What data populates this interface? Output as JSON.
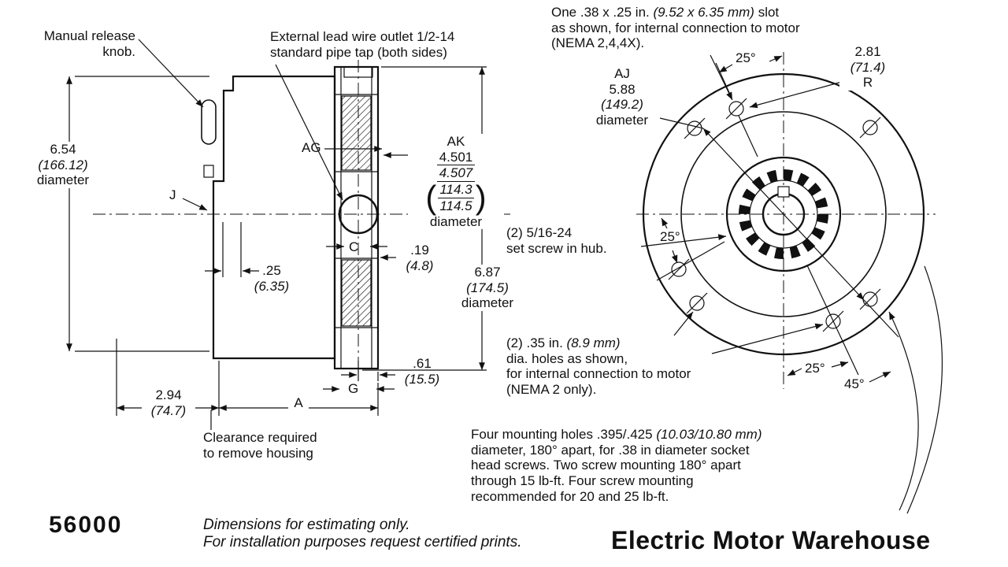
{
  "side_view": {
    "labels": {
      "manual_release": "Manual release\nknob.",
      "lead_wire": "External lead wire outlet 1/2-14\nstandard pipe tap (both sides)",
      "dim_654": {
        "value": "6.54",
        "metric": "(166.12)",
        "suffix": "diameter"
      },
      "j": "J",
      "ag": "AG",
      "ak": {
        "title": "AK",
        "limit_hi": "4.501",
        "limit_lo": "4.507",
        "paren_open": "(",
        "metric_hi": "114.3",
        "metric_lo": "114.5",
        "paren_close": ")",
        "suffix": "diameter"
      },
      "dim_25": {
        "value": ".25",
        "metric": "(6.35)"
      },
      "c": "C",
      "dim_19": {
        "value": ".19",
        "metric": "(4.8)"
      },
      "dim_687": {
        "value": "6.87",
        "metric": "(174.5)",
        "suffix": "diameter"
      },
      "dim_61": {
        "value": ".61",
        "metric": "(15.5)"
      },
      "g": "G",
      "dim_294": {
        "value": "2.94",
        "metric": "(74.7)"
      },
      "a": "A",
      "clearance": "Clearance required\nto remove housing"
    }
  },
  "front_view": {
    "labels": {
      "slot_note": {
        "pre": "One .38 x .25 in. ",
        "metric": "(9.52 x 6.35 mm)",
        "post": " slot\nas shown, for internal connection to motor\n(NEMA 2,4,4X)."
      },
      "dim_281": {
        "value": "2.81",
        "metric": "(71.4)",
        "suffix": "R"
      },
      "aj": {
        "title": "AJ",
        "value": "5.88",
        "metric": "(149.2)",
        "suffix": "diameter"
      },
      "angle_top": "25°",
      "angle_left": "25°",
      "angle_bottom": "25°",
      "angle_45": "45°",
      "set_screw_note": "(2) 5/16-24\nset screw in hub.",
      "holes_note": {
        "pre": "(2) .35 in. ",
        "metric": "(8.9 mm)",
        "post": "\ndia. holes as shown,\nfor internal connection to motor\n(NEMA 2 only)."
      },
      "mounting_note": {
        "pre": "Four mounting holes .395/.425 ",
        "metric": "(10.03/10.80 mm)",
        "post": "\ndiameter, 180° apart, for .38 in diameter socket\nhead screws. Two screw mounting 180° apart\nthrough 15 lb-ft. Four screw mounting\nrecommended for 20 and 25 lb-ft."
      }
    }
  },
  "footer": {
    "model_number": "56000",
    "disclaimer": "Dimensions for estimating only.\nFor installation purposes request certified prints.",
    "brand": "Electric Motor Warehouse"
  }
}
